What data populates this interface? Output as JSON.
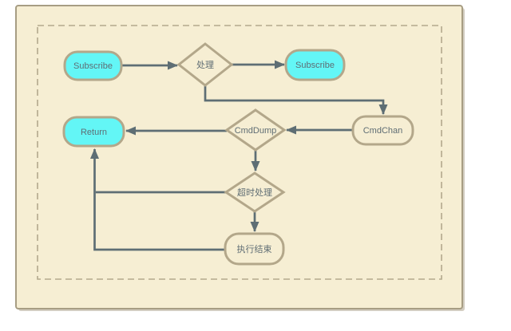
{
  "diagram": {
    "nodes": {
      "subscribe_left": {
        "label": "Subscribe",
        "shape": "rounded-rect",
        "fill_color": "#63f6f6"
      },
      "process": {
        "label": "处理",
        "shape": "diamond",
        "fill_color": "#f6eed3"
      },
      "subscribe_right": {
        "label": "Subscribe",
        "shape": "rounded-rect",
        "fill_color": "#63f6f6"
      },
      "cmdchan": {
        "label": "CmdChan",
        "shape": "rounded-rect",
        "fill_color": "#f6eed3"
      },
      "cmddump": {
        "label": "CmdDump",
        "shape": "diamond",
        "fill_color": "#f6eed3"
      },
      "return": {
        "label": "Return",
        "shape": "rounded-rect",
        "fill_color": "#63f6f6"
      },
      "timeout": {
        "label": "超时处理",
        "shape": "diamond",
        "fill_color": "#f6eed3"
      },
      "end": {
        "label": "执行结束",
        "shape": "rounded-rect",
        "fill_color": "#f6eed3"
      }
    },
    "edges": [
      {
        "from": "subscribe_left",
        "to": "process",
        "arrow": true
      },
      {
        "from": "process",
        "to": "subscribe_right",
        "arrow": true
      },
      {
        "from": "process",
        "to": "cmdchan",
        "arrow": true
      },
      {
        "from": "cmdchan",
        "to": "cmddump",
        "arrow": true
      },
      {
        "from": "cmddump",
        "to": "return",
        "arrow": true
      },
      {
        "from": "cmddump",
        "to": "timeout",
        "arrow": true
      },
      {
        "from": "timeout",
        "to": "end",
        "arrow": true
      },
      {
        "from": "timeout",
        "to": "return",
        "arrow": true
      },
      {
        "from": "end",
        "to": "return",
        "arrow": true
      }
    ],
    "colors": {
      "page_background": "#ffffff",
      "canvas_fill": "#f6eed3",
      "canvas_border": "#a79d83",
      "dashed_border": "#b3a98d",
      "node_border": "#b3a78a",
      "node_fill_highlight": "#63f6f6",
      "connector": "#5e6e74",
      "text": "#5f6d74"
    }
  }
}
